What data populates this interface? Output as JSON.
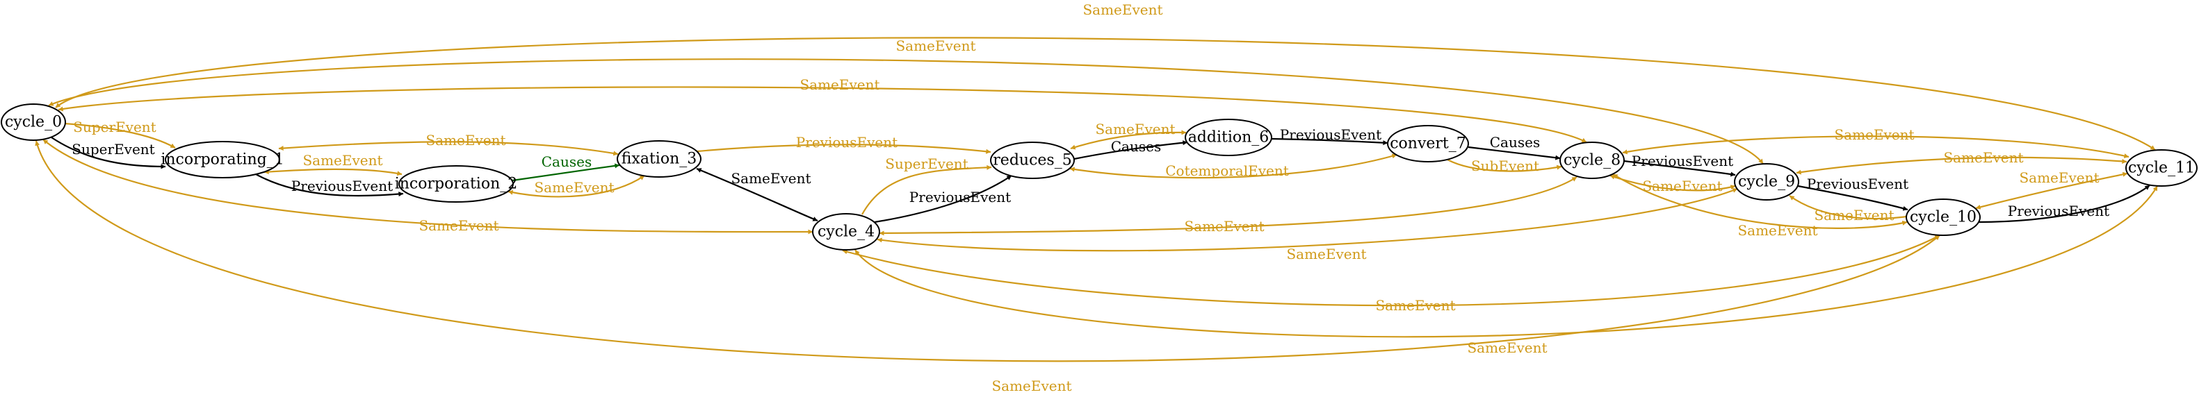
{
  "diagram": {
    "colors": {
      "gold": "#D09A1A",
      "black": "#000000",
      "green": "#006400",
      "node_fill": "#ffffff",
      "node_stroke": "#000000"
    },
    "nodes": [
      {
        "id": "cycle_0",
        "label": "cycle_0"
      },
      {
        "id": "incorporating_1",
        "label": "incorporating_1"
      },
      {
        "id": "incorporation_2",
        "label": "incorporation_2"
      },
      {
        "id": "fixation_3",
        "label": "fixation_3"
      },
      {
        "id": "cycle_4",
        "label": "cycle_4"
      },
      {
        "id": "reduces_5",
        "label": "reduces_5"
      },
      {
        "id": "addition_6",
        "label": "addition_6"
      },
      {
        "id": "convert_7",
        "label": "convert_7"
      },
      {
        "id": "cycle_8",
        "label": "cycle_8"
      },
      {
        "id": "cycle_9",
        "label": "cycle_9"
      },
      {
        "id": "cycle_10",
        "label": "cycle_10"
      },
      {
        "id": "cycle_11",
        "label": "cycle_11"
      }
    ],
    "edges": [
      {
        "id": "e01",
        "source": "cycle_0",
        "target": "cycle_11",
        "label": "SameEvent",
        "color": "gold",
        "dir": "both"
      },
      {
        "id": "e02",
        "source": "cycle_0",
        "target": "cycle_9",
        "label": "SameEvent",
        "color": "gold",
        "dir": "both"
      },
      {
        "id": "e03",
        "source": "cycle_0",
        "target": "cycle_8",
        "label": "SameEvent",
        "color": "gold",
        "dir": "both"
      },
      {
        "id": "e04",
        "source": "cycle_0",
        "target": "incorporating_1",
        "label": "SuperEvent",
        "color": "gold",
        "dir": "forward"
      },
      {
        "id": "e05",
        "source": "cycle_0",
        "target": "incorporating_1",
        "label": "SuperEvent",
        "color": "black",
        "dir": "forward"
      },
      {
        "id": "e06",
        "source": "cycle_0",
        "target": "cycle_4",
        "label": "SameEvent",
        "color": "gold",
        "dir": "both"
      },
      {
        "id": "e07",
        "source": "cycle_0",
        "target": "cycle_10",
        "label": "SameEvent",
        "color": "gold",
        "dir": "both"
      },
      {
        "id": "e08",
        "source": "incorporating_1",
        "target": "fixation_3",
        "label": "SameEvent",
        "color": "gold",
        "dir": "both"
      },
      {
        "id": "e09",
        "source": "incorporating_1",
        "target": "incorporation_2",
        "label": "SameEvent",
        "color": "gold",
        "dir": "both"
      },
      {
        "id": "e10",
        "source": "incorporating_1",
        "target": "incorporation_2",
        "label": "PreviousEvent",
        "color": "black",
        "dir": "forward"
      },
      {
        "id": "e11",
        "source": "incorporation_2",
        "target": "fixation_3",
        "label": "Causes",
        "color": "green",
        "dir": "forward"
      },
      {
        "id": "e12",
        "source": "incorporation_2",
        "target": "fixation_3",
        "label": "SameEvent",
        "color": "gold",
        "dir": "both"
      },
      {
        "id": "e13",
        "source": "fixation_3",
        "target": "reduces_5",
        "label": "PreviousEvent",
        "color": "gold",
        "dir": "forward"
      },
      {
        "id": "e14",
        "source": "fixation_3",
        "target": "cycle_4",
        "label": "SameEvent",
        "color": "black",
        "dir": "both"
      },
      {
        "id": "e15",
        "source": "cycle_4",
        "target": "reduces_5",
        "label": "SuperEvent",
        "color": "gold",
        "dir": "forward"
      },
      {
        "id": "e16",
        "source": "cycle_4",
        "target": "reduces_5",
        "label": "PreviousEvent",
        "color": "black",
        "dir": "forward"
      },
      {
        "id": "e17",
        "source": "cycle_4",
        "target": "cycle_8",
        "label": "SameEvent",
        "color": "gold",
        "dir": "both"
      },
      {
        "id": "e18",
        "source": "cycle_4",
        "target": "cycle_9",
        "label": "SameEvent",
        "color": "gold",
        "dir": "both"
      },
      {
        "id": "e19",
        "source": "cycle_4",
        "target": "cycle_10",
        "label": "SameEvent",
        "color": "gold",
        "dir": "both"
      },
      {
        "id": "e20",
        "source": "cycle_4",
        "target": "cycle_11",
        "label": "SameEvent",
        "color": "gold",
        "dir": "both"
      },
      {
        "id": "e21",
        "source": "reduces_5",
        "target": "addition_6",
        "label": "SameEvent",
        "color": "gold",
        "dir": "both"
      },
      {
        "id": "e22",
        "source": "reduces_5",
        "target": "addition_6",
        "label": "Causes",
        "color": "black",
        "dir": "forward"
      },
      {
        "id": "e23",
        "source": "reduces_5",
        "target": "convert_7",
        "label": "CotemporalEvent",
        "color": "gold",
        "dir": "both"
      },
      {
        "id": "e24",
        "source": "addition_6",
        "target": "convert_7",
        "label": "PreviousEvent",
        "color": "black",
        "dir": "forward"
      },
      {
        "id": "e25",
        "source": "convert_7",
        "target": "cycle_8",
        "label": "Causes",
        "color": "black",
        "dir": "forward"
      },
      {
        "id": "e26",
        "source": "convert_7",
        "target": "cycle_8",
        "label": "SubEvent",
        "color": "gold",
        "dir": "forward"
      },
      {
        "id": "e27",
        "source": "cycle_8",
        "target": "cycle_11",
        "label": "SameEvent",
        "color": "gold",
        "dir": "both"
      },
      {
        "id": "e28",
        "source": "cycle_8",
        "target": "cycle_9",
        "label": "PreviousEvent",
        "color": "black",
        "dir": "forward"
      },
      {
        "id": "e29",
        "source": "cycle_8",
        "target": "cycle_9",
        "label": "SameEvent",
        "color": "gold",
        "dir": "both"
      },
      {
        "id": "e30",
        "source": "cycle_8",
        "target": "cycle_10",
        "label": "SameEvent",
        "color": "gold",
        "dir": "both"
      },
      {
        "id": "e31",
        "source": "cycle_9",
        "target": "cycle_11",
        "label": "SameEvent",
        "color": "gold",
        "dir": "both"
      },
      {
        "id": "e32",
        "source": "cycle_9",
        "target": "cycle_10",
        "label": "PreviousEvent",
        "color": "black",
        "dir": "forward"
      },
      {
        "id": "e33",
        "source": "cycle_9",
        "target": "cycle_10",
        "label": "SameEvent",
        "color": "gold",
        "dir": "both"
      },
      {
        "id": "e34",
        "source": "cycle_10",
        "target": "cycle_11",
        "label": "SameEvent",
        "color": "gold",
        "dir": "both"
      },
      {
        "id": "e35",
        "source": "cycle_10",
        "target": "cycle_11",
        "label": "PreviousEvent",
        "color": "black",
        "dir": "forward"
      }
    ]
  }
}
